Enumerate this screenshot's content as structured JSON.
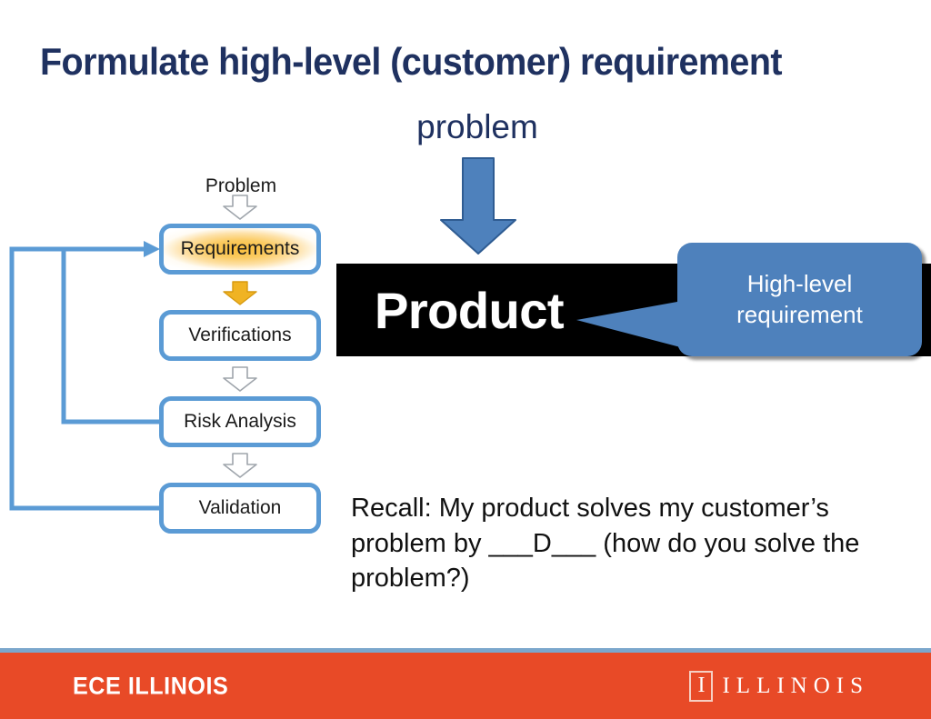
{
  "slide": {
    "title": "Formulate high-level (customer) requirement",
    "title_color": "#1F3160",
    "background": "#ffffff"
  },
  "problem_callout": {
    "label": "problem",
    "arrow_icon": "down-arrow-icon",
    "arrow_color": "#4E81BC"
  },
  "flowchart": {
    "top_label": "Problem",
    "box_border_color": "#5B9BD5",
    "highlight_color": "#FBBE3A",
    "boxes": [
      {
        "label": "Requirements",
        "highlighted": true
      },
      {
        "label": "Verifications",
        "highlighted": false
      },
      {
        "label": "Risk Analysis",
        "highlighted": false
      },
      {
        "label": "Validation",
        "highlighted": false
      }
    ],
    "connector_arrows": [
      {
        "icon": "down-chevron-arrow-icon",
        "style": "hollow"
      },
      {
        "icon": "down-chevron-arrow-icon",
        "style": "solid-orange"
      },
      {
        "icon": "down-chevron-arrow-icon",
        "style": "hollow"
      },
      {
        "icon": "down-chevron-arrow-icon",
        "style": "hollow"
      }
    ],
    "feedback_loops": [
      {
        "from": "Risk Analysis",
        "to": "Requirements"
      },
      {
        "from": "Validation",
        "to": "Requirements"
      }
    ]
  },
  "product_banner": {
    "word": "Product",
    "background": "#000000",
    "text_color": "#ffffff"
  },
  "callout": {
    "line1": "High-level",
    "line2": "requirement",
    "background": "#4E81BC",
    "text_color": "#ffffff"
  },
  "body": {
    "line1": "Recall: My product solves my customer’s",
    "line2": "problem by ___D___ (how do you solve the",
    "line3": "problem?)"
  },
  "footer": {
    "brand": "ECE ILLINOIS",
    "logo_mark_letter": "I",
    "logo_word": "ILLINOIS",
    "background": "#E84A27",
    "top_border": "#7BA7CC"
  }
}
